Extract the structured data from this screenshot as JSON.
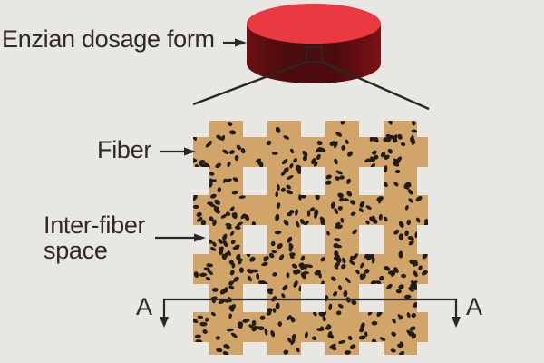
{
  "figure": {
    "dosage_form_label": "Enzian dosage form",
    "fiber_label": "Fiber",
    "inter_fiber_label_line1": "Inter-fiber",
    "inter_fiber_label_line2": "space",
    "section_label_left": "A",
    "section_label_right": "A"
  },
  "colors": {
    "background": "#e8e7e4",
    "fiber_tan": "#d1a46a",
    "speck_black": "#211d18",
    "line_dark": "#2b2723",
    "text_dark": "#2e2a26",
    "cylinder_top_red": "#ea3a41",
    "cylinder_side_left": "#6b1013",
    "cylinder_side_mid": "#4c0b0e",
    "cylinder_side_right": "#7c1217"
  },
  "specks": {
    "count": 430,
    "seed": 7
  }
}
